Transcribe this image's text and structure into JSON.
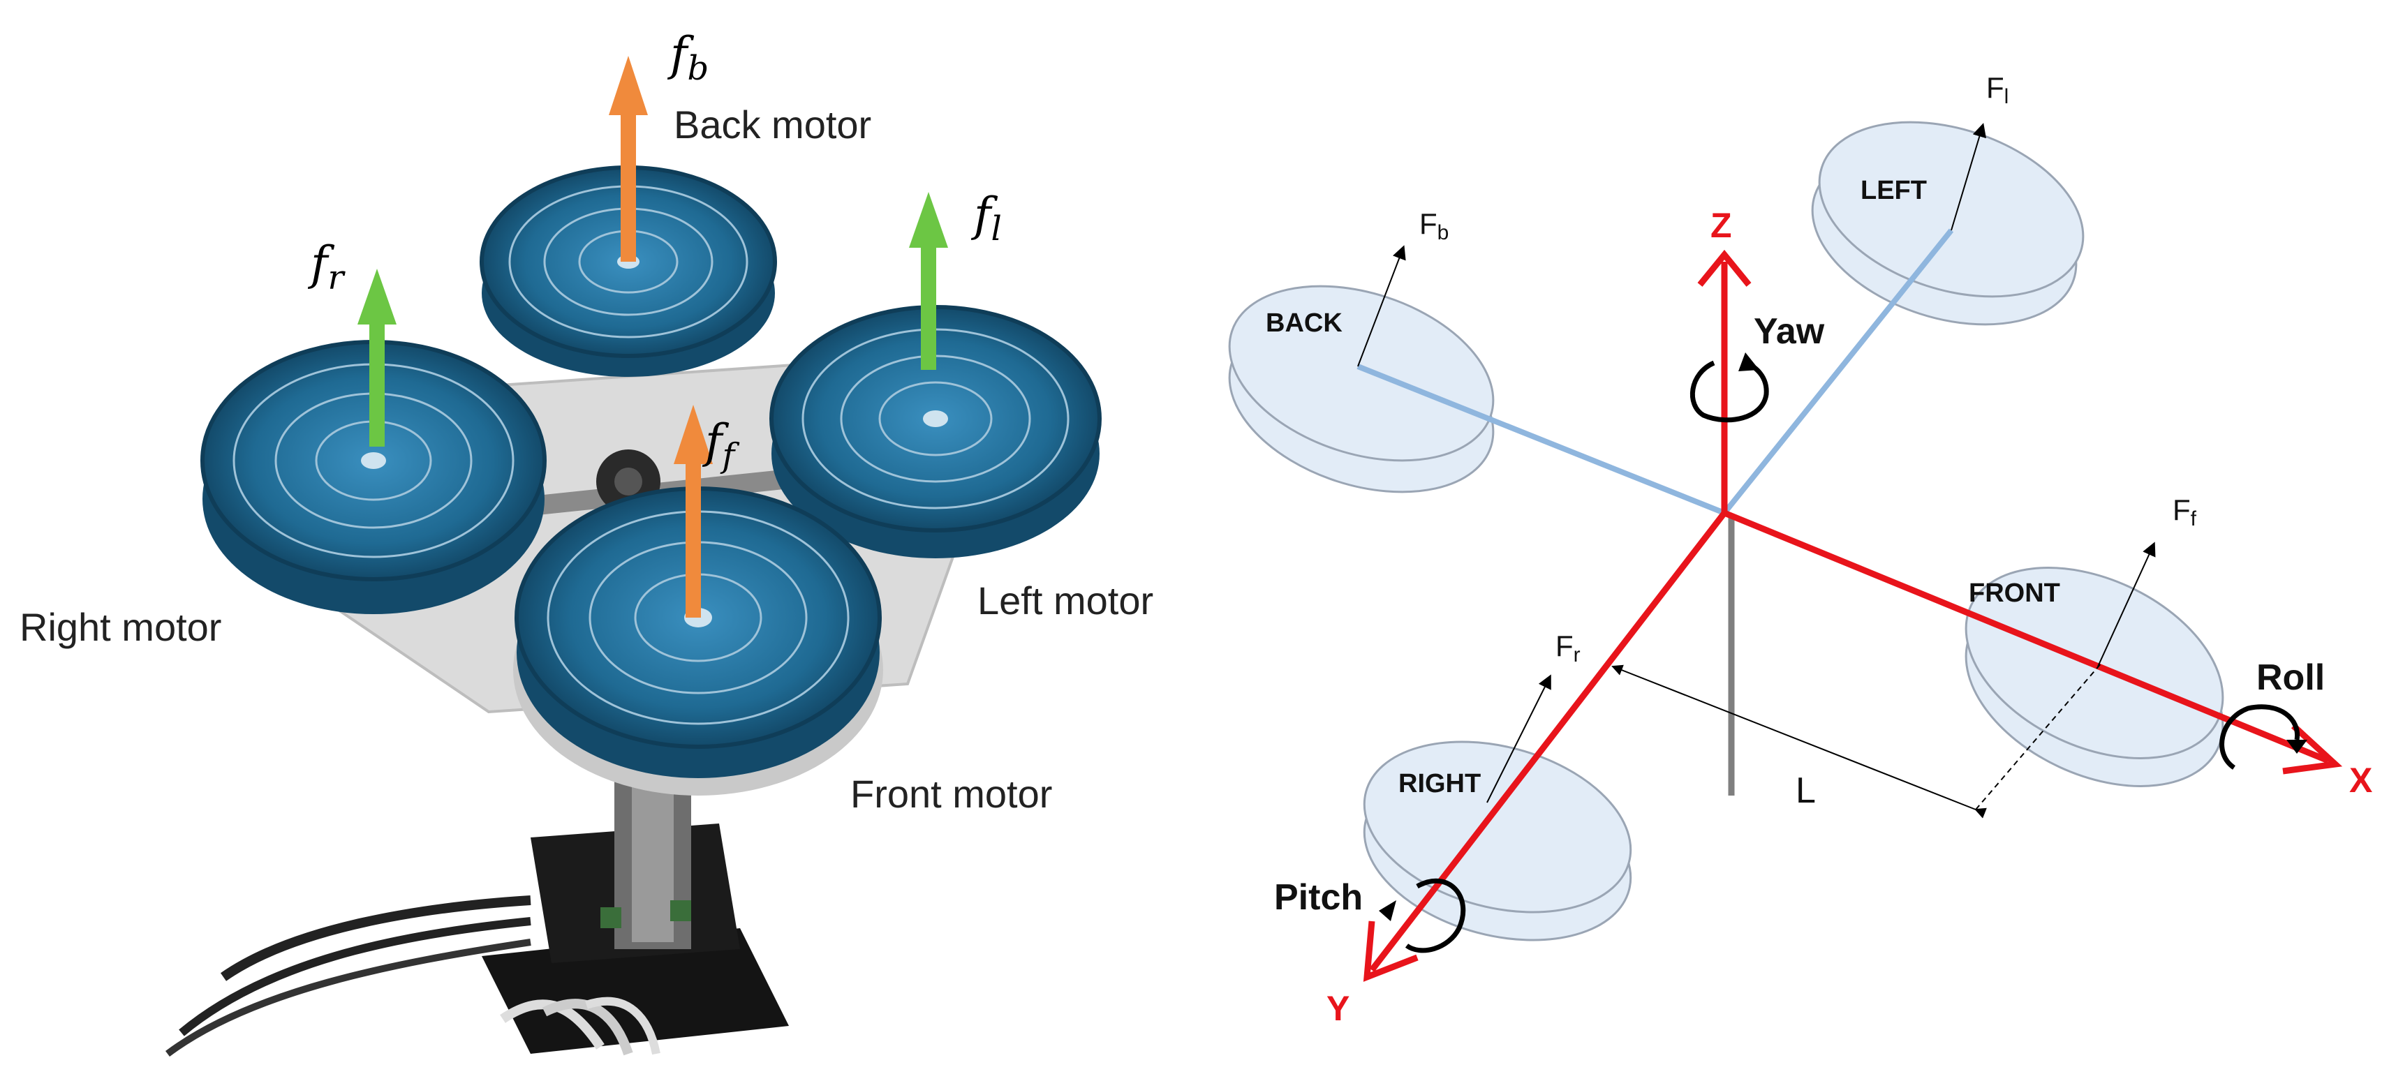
{
  "photo": {
    "forces": {
      "back": {
        "symbol": "f",
        "subscript": "b"
      },
      "left": {
        "symbol": "f",
        "subscript": "l"
      },
      "right": {
        "symbol": "f",
        "subscript": "r"
      },
      "front": {
        "symbol": "f",
        "subscript": "f"
      }
    },
    "labels": {
      "back": "Back motor",
      "left": "Left motor",
      "right": "Right motor",
      "front": "Front motor"
    },
    "arrow_colors": {
      "back": "#f08a3c",
      "front": "#f08a3c",
      "left": "#6cc644",
      "right": "#6cc644"
    },
    "fan_color": "#1f6a93"
  },
  "diagram": {
    "rotors": {
      "back": "BACK",
      "left": "LEFT",
      "front": "FRONT",
      "right": "RIGHT"
    },
    "forces": {
      "back": {
        "symbol": "F",
        "subscript": "b"
      },
      "left": {
        "symbol": "F",
        "subscript": "l"
      },
      "front": {
        "symbol": "F",
        "subscript": "f"
      },
      "right": {
        "symbol": "F",
        "subscript": "r"
      }
    },
    "axes": {
      "x": "X",
      "y": "Y",
      "z": "Z"
    },
    "rotations": {
      "yaw": "Yaw",
      "roll": "Roll",
      "pitch": "Pitch"
    },
    "arm_length": "L",
    "colors": {
      "axis": "#e8141b",
      "arm": "#8fb6de",
      "rotor_fill": "#e2ecf7",
      "rotor_stroke": "#9aa5b4",
      "post": "#7f7f7f"
    }
  }
}
